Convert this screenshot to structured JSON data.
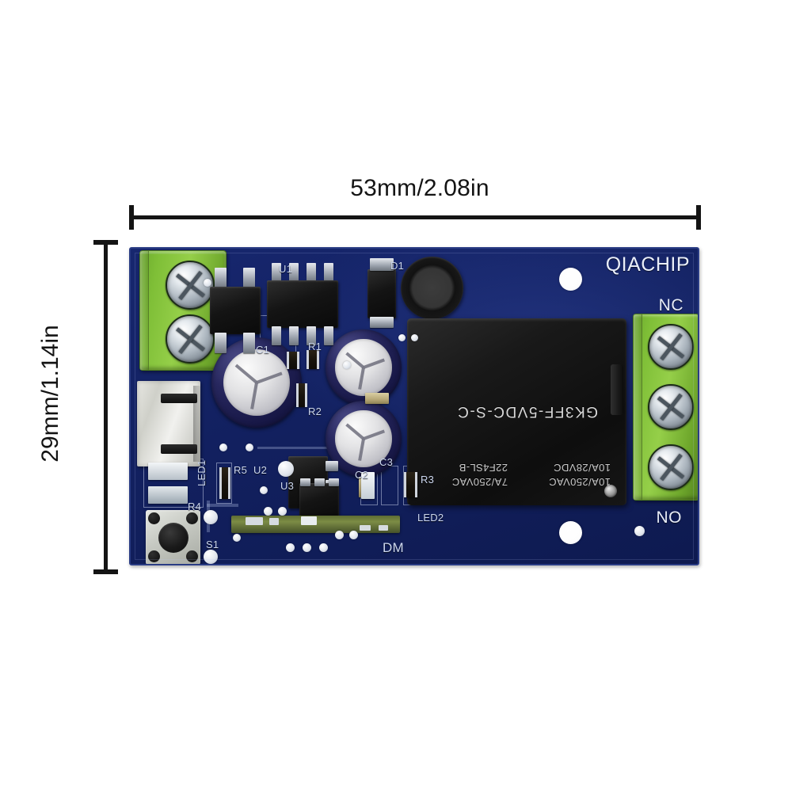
{
  "scene": {
    "description": "Product photo of a QIACHIP single-channel 5V relay WiFi module PCB with dimension callouts on a white background",
    "background_color": "#ffffff"
  },
  "dimensions": {
    "width_label": "53mm/2.08in",
    "height_label": "29mm/1.14in",
    "line_color": "#141414"
  },
  "board": {
    "brand": "QIACHIP",
    "pcb_color": "#12205f",
    "silk_color": "#ccd7ef",
    "terminal_color": "#8cc63f",
    "terminal_labels": {
      "nc": "NC",
      "no": "NO"
    },
    "relay": {
      "model": "GK3FF-5VDC-S-C",
      "rating_line_1": "10A/250VAC",
      "rating_line_2": "10A/28VDC",
      "rating_line_3": "7A/250VAC",
      "rating_line_4": "22F4SL-B",
      "body_color": "#141414"
    },
    "silkscreen": [
      {
        "id": "u1",
        "text": "U1"
      },
      {
        "id": "u2",
        "text": "U2"
      },
      {
        "id": "u3",
        "text": "U3"
      },
      {
        "id": "d1",
        "text": "D1"
      },
      {
        "id": "c1",
        "text": "C1"
      },
      {
        "id": "c2",
        "text": "C2"
      },
      {
        "id": "c3",
        "text": "C3"
      },
      {
        "id": "r1",
        "text": "R1"
      },
      {
        "id": "r2",
        "text": "R2"
      },
      {
        "id": "r3",
        "text": "R3"
      },
      {
        "id": "r4",
        "text": "R4"
      },
      {
        "id": "r5",
        "text": "R5"
      },
      {
        "id": "s1",
        "text": "S1"
      },
      {
        "id": "led1",
        "text": "LED1"
      },
      {
        "id": "led2",
        "text": "LED2"
      },
      {
        "id": "dm",
        "text": "DM"
      }
    ]
  }
}
